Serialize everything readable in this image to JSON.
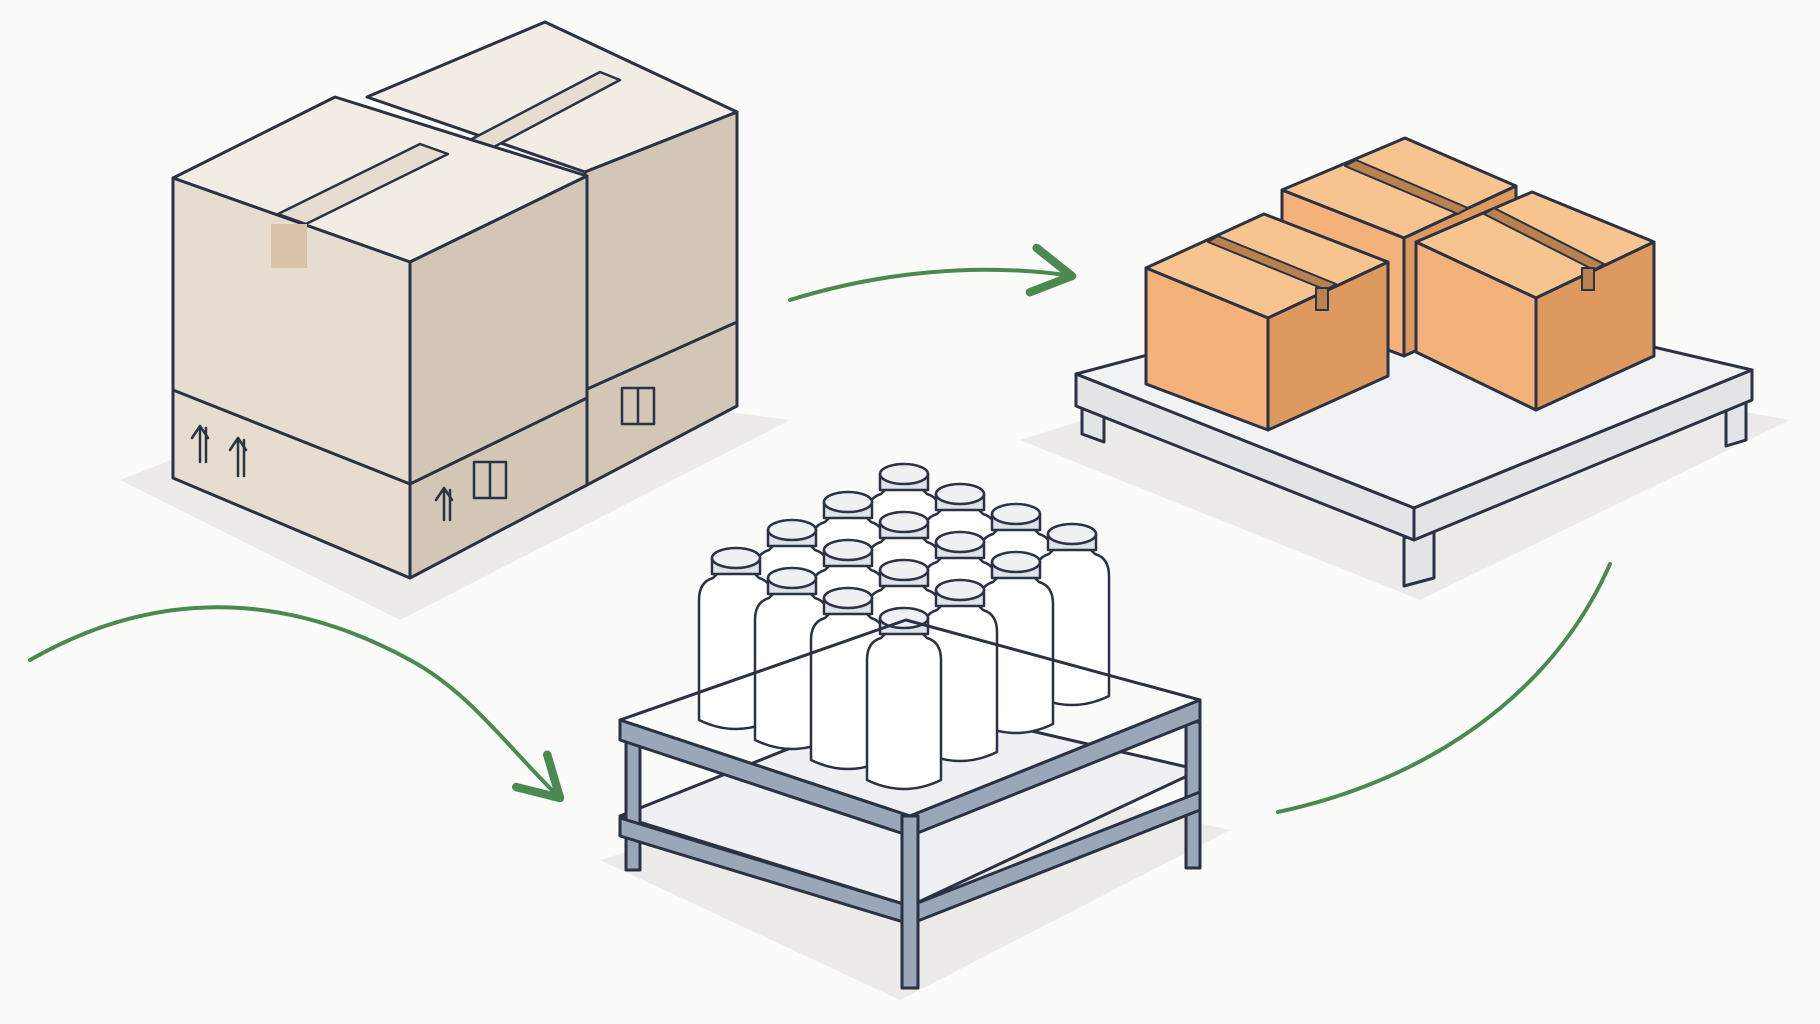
{
  "palette": {
    "background": "#fbfbfa",
    "outline": "#2b3244",
    "cardboard_front": "#e6dccf",
    "cardboard_side": "#d2c6b6",
    "cardboard_top": "#f2ece4",
    "orange_front": "#f4b27a",
    "orange_side": "#de9a5e",
    "orange_top": "#f7c490",
    "pallet_top": "#f1f2f3",
    "pallet_side": "#e2e4e7",
    "rack_metal": "#9aa7b8",
    "bottle_body": "#ffffff",
    "bottle_cap": "#dfe3e8",
    "arrow_green": "#4a8a50",
    "shadow": "#ecebea"
  },
  "icons": {
    "flow_arrows": "curved-arrow-icon",
    "handling_marks": "this-way-up-arrows-icon",
    "fragile_marks": "package-symbol-icon"
  },
  "groups": [
    {
      "id": "cardboard-stack",
      "count": 2
    },
    {
      "id": "palletized-boxes",
      "count": 3
    },
    {
      "id": "bottle-rack",
      "count": 16
    }
  ]
}
